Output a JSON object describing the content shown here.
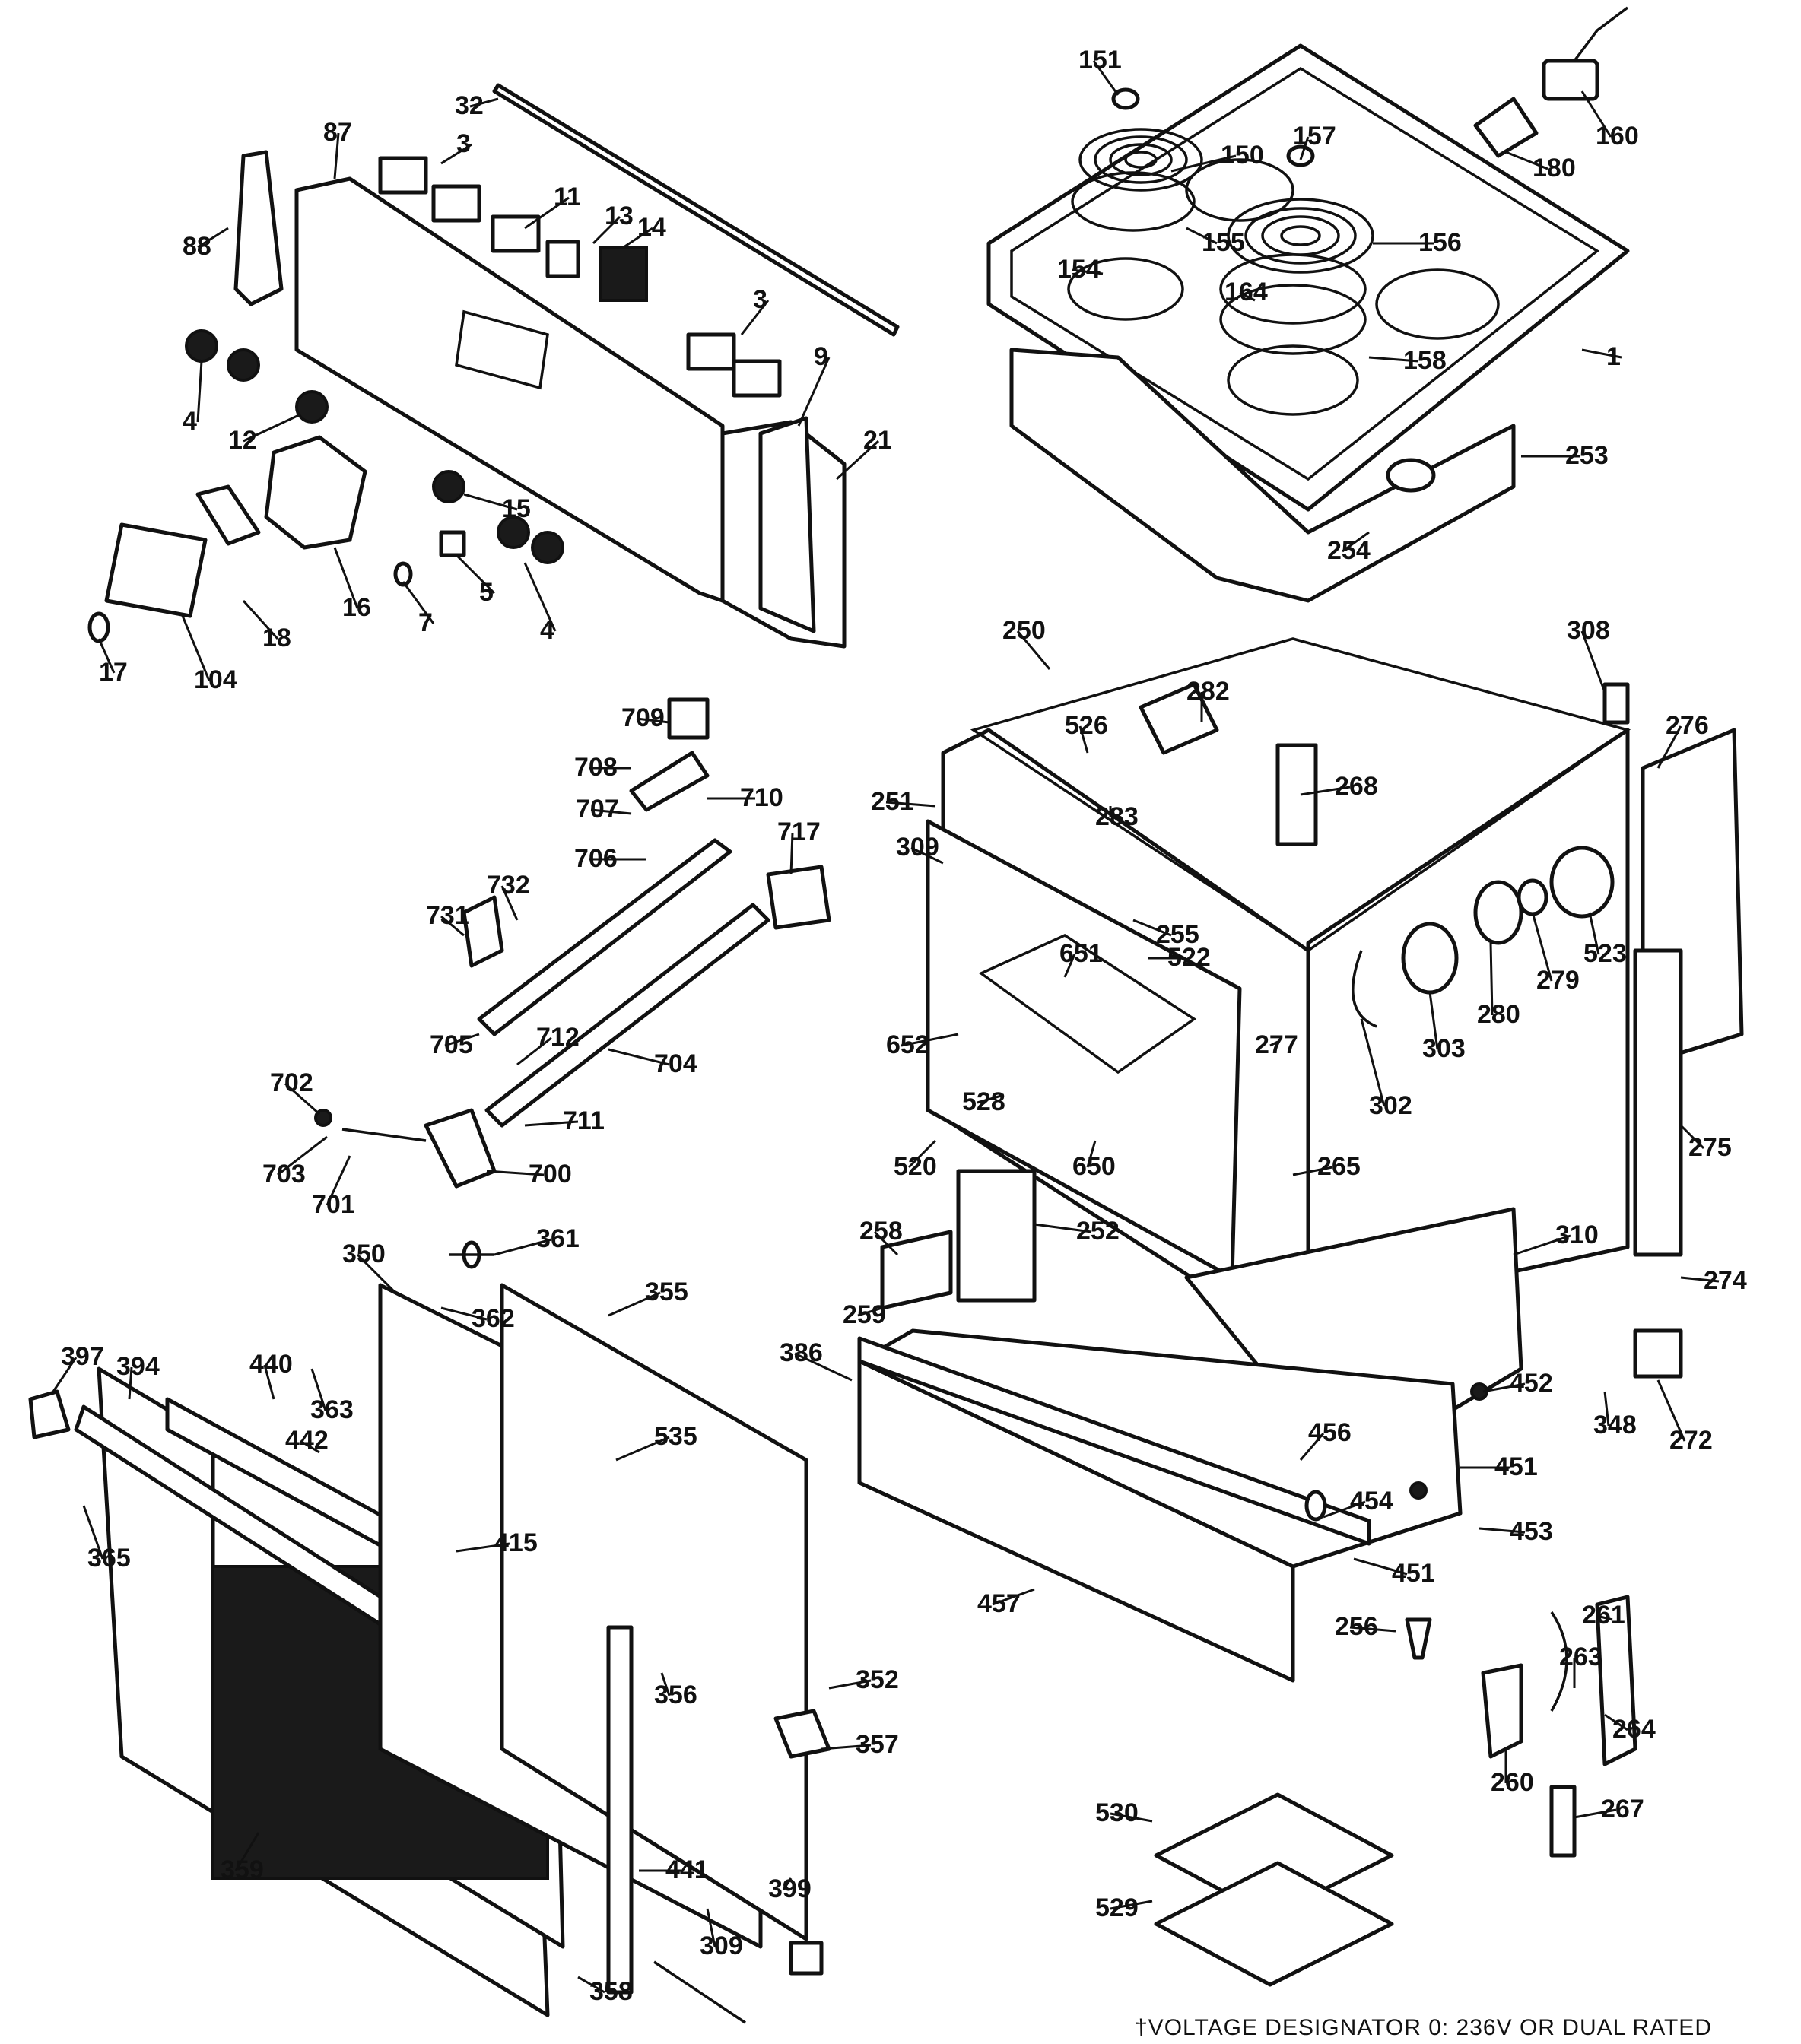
{
  "footnote": "†VOLTAGE DESIGNATOR 0: 236V OR DUAL RATED",
  "callouts": [
    {
      "id": "151",
      "label": "151"
    },
    {
      "id": "160",
      "label": "160"
    },
    {
      "id": "150",
      "label": "150"
    },
    {
      "id": "157",
      "label": "157"
    },
    {
      "id": "180",
      "label": "180"
    },
    {
      "id": "155",
      "label": "155"
    },
    {
      "id": "156",
      "label": "156"
    },
    {
      "id": "154",
      "label": "154"
    },
    {
      "id": "164",
      "label": "164"
    },
    {
      "id": "158",
      "label": "158"
    },
    {
      "id": "1",
      "label": "1"
    },
    {
      "id": "253",
      "label": "253"
    },
    {
      "id": "254",
      "label": "254"
    },
    {
      "id": "32",
      "label": "32"
    },
    {
      "id": "87",
      "label": "87"
    },
    {
      "id": "3a",
      "label": "3"
    },
    {
      "id": "11",
      "label": "11"
    },
    {
      "id": "13",
      "label": "13"
    },
    {
      "id": "14",
      "label": "14"
    },
    {
      "id": "88",
      "label": "88"
    },
    {
      "id": "3b",
      "label": "3"
    },
    {
      "id": "4a",
      "label": "4"
    },
    {
      "id": "9",
      "label": "9"
    },
    {
      "id": "21",
      "label": "21"
    },
    {
      "id": "12",
      "label": "12"
    },
    {
      "id": "15",
      "label": "15"
    },
    {
      "id": "5",
      "label": "5"
    },
    {
      "id": "16",
      "label": "16"
    },
    {
      "id": "18",
      "label": "18"
    },
    {
      "id": "7",
      "label": "7"
    },
    {
      "id": "4b",
      "label": "4"
    },
    {
      "id": "17",
      "label": "17"
    },
    {
      "id": "104",
      "label": "104"
    },
    {
      "id": "250",
      "label": "250"
    },
    {
      "id": "308",
      "label": "308"
    },
    {
      "id": "282",
      "label": "282"
    },
    {
      "id": "276",
      "label": "276"
    },
    {
      "id": "526",
      "label": "526"
    },
    {
      "id": "268",
      "label": "268"
    },
    {
      "id": "283",
      "label": "283"
    },
    {
      "id": "251",
      "label": "251"
    },
    {
      "id": "309a",
      "label": "309"
    },
    {
      "id": "523",
      "label": "523"
    },
    {
      "id": "255",
      "label": "255"
    },
    {
      "id": "651",
      "label": "651"
    },
    {
      "id": "522",
      "label": "522"
    },
    {
      "id": "279",
      "label": "279"
    },
    {
      "id": "280",
      "label": "280"
    },
    {
      "id": "277",
      "label": "277"
    },
    {
      "id": "303",
      "label": "303"
    },
    {
      "id": "652",
      "label": "652"
    },
    {
      "id": "302",
      "label": "302"
    },
    {
      "id": "528",
      "label": "528"
    },
    {
      "id": "650",
      "label": "650"
    },
    {
      "id": "275",
      "label": "275"
    },
    {
      "id": "520",
      "label": "520"
    },
    {
      "id": "265",
      "label": "265"
    },
    {
      "id": "252",
      "label": "252"
    },
    {
      "id": "258",
      "label": "258"
    },
    {
      "id": "310",
      "label": "310"
    },
    {
      "id": "274",
      "label": "274"
    },
    {
      "id": "259",
      "label": "259"
    },
    {
      "id": "709",
      "label": "709"
    },
    {
      "id": "708",
      "label": "708"
    },
    {
      "id": "707",
      "label": "707"
    },
    {
      "id": "710",
      "label": "710"
    },
    {
      "id": "717",
      "label": "717"
    },
    {
      "id": "706",
      "label": "706"
    },
    {
      "id": "732",
      "label": "732"
    },
    {
      "id": "731",
      "label": "731"
    },
    {
      "id": "705",
      "label": "705"
    },
    {
      "id": "712",
      "label": "712"
    },
    {
      "id": "704",
      "label": "704"
    },
    {
      "id": "702",
      "label": "702"
    },
    {
      "id": "711",
      "label": "711"
    },
    {
      "id": "703",
      "label": "703"
    },
    {
      "id": "700",
      "label": "700"
    },
    {
      "id": "701",
      "label": "701"
    },
    {
      "id": "350",
      "label": "350"
    },
    {
      "id": "361",
      "label": "361"
    },
    {
      "id": "355",
      "label": "355"
    },
    {
      "id": "362",
      "label": "362"
    },
    {
      "id": "397",
      "label": "397"
    },
    {
      "id": "394",
      "label": "394"
    },
    {
      "id": "440",
      "label": "440"
    },
    {
      "id": "363",
      "label": "363"
    },
    {
      "id": "442",
      "label": "442"
    },
    {
      "id": "535",
      "label": "535"
    },
    {
      "id": "415",
      "label": "415"
    },
    {
      "id": "365",
      "label": "365"
    },
    {
      "id": "386",
      "label": "386"
    },
    {
      "id": "452",
      "label": "452"
    },
    {
      "id": "348",
      "label": "348"
    },
    {
      "id": "272",
      "label": "272"
    },
    {
      "id": "456",
      "label": "456"
    },
    {
      "id": "451a",
      "label": "451"
    },
    {
      "id": "454",
      "label": "454"
    },
    {
      "id": "453",
      "label": "453"
    },
    {
      "id": "451b",
      "label": "451"
    },
    {
      "id": "457",
      "label": "457"
    },
    {
      "id": "256",
      "label": "256"
    },
    {
      "id": "261",
      "label": "261"
    },
    {
      "id": "263",
      "label": "263"
    },
    {
      "id": "352",
      "label": "352"
    },
    {
      "id": "356",
      "label": "356"
    },
    {
      "id": "264",
      "label": "264"
    },
    {
      "id": "357",
      "label": "357"
    },
    {
      "id": "260",
      "label": "260"
    },
    {
      "id": "267",
      "label": "267"
    },
    {
      "id": "530",
      "label": "530"
    },
    {
      "id": "359",
      "label": "359"
    },
    {
      "id": "441",
      "label": "441"
    },
    {
      "id": "399",
      "label": "399"
    },
    {
      "id": "529",
      "label": "529"
    },
    {
      "id": "309b",
      "label": "309"
    },
    {
      "id": "358",
      "label": "358"
    }
  ]
}
